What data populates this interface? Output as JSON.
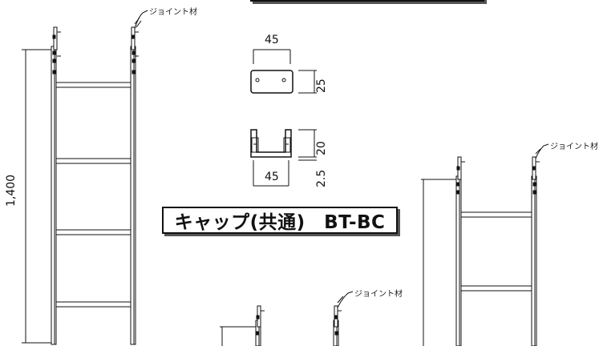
{
  "title": "キャップ(共通)　BT-BC",
  "joint_label": "ジョイント材",
  "dims": {
    "height": "1,400",
    "cap_width_top": "45",
    "cap_height_top": "25",
    "cap_height_side": "20",
    "cap_thickness": "2.5",
    "cap_width_bottom": "45"
  }
}
